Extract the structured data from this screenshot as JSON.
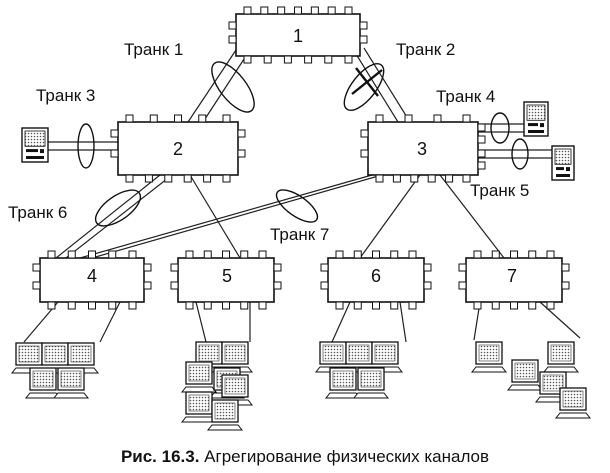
{
  "switches": [
    {
      "id": "1",
      "label": "1"
    },
    {
      "id": "2",
      "label": "2"
    },
    {
      "id": "3",
      "label": "3"
    },
    {
      "id": "4",
      "label": "4"
    },
    {
      "id": "5",
      "label": "5"
    },
    {
      "id": "6",
      "label": "6"
    },
    {
      "id": "7",
      "label": "7"
    }
  ],
  "trunks": [
    {
      "label": "Транк 1",
      "blocked": false
    },
    {
      "label": "Транк 2",
      "blocked": true
    },
    {
      "label": "Транк 3",
      "blocked": false
    },
    {
      "label": "Транк 4",
      "blocked": false
    },
    {
      "label": "Транк 5",
      "blocked": false
    },
    {
      "label": "Транк 6",
      "blocked": false
    },
    {
      "label": "Транк 7",
      "blocked": false
    }
  ],
  "caption": {
    "prefix": "Рис. 16.3.",
    "text": " Агрегирование физических каналов"
  }
}
